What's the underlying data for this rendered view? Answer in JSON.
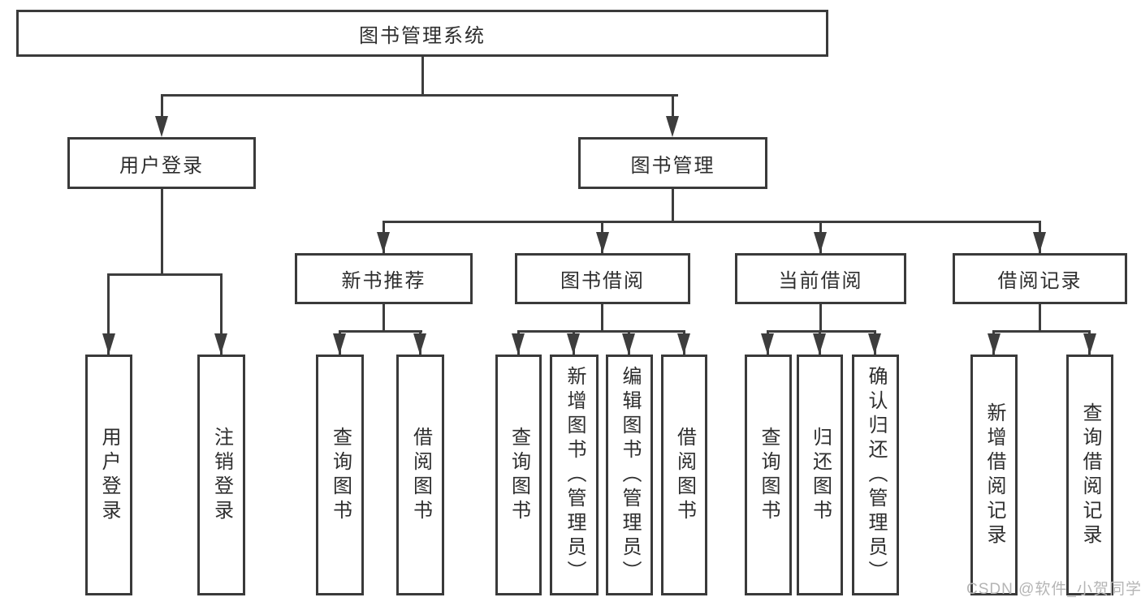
{
  "tree": {
    "root": {
      "label": "图书管理系统"
    },
    "branches": [
      {
        "label": "用户登录",
        "children": [
          {
            "label": "用户登录"
          },
          {
            "label": "注销登录"
          }
        ]
      },
      {
        "label": "图书管理",
        "children": [
          {
            "label": "新书推荐",
            "children": [
              {
                "label": "查询图书"
              },
              {
                "label": "借阅图书"
              }
            ]
          },
          {
            "label": "图书借阅",
            "children": [
              {
                "label": "查询图书"
              },
              {
                "label": "新增图书（管理员）"
              },
              {
                "label": "编辑图书（管理员）"
              },
              {
                "label": "借阅图书"
              }
            ]
          },
          {
            "label": "当前借阅",
            "children": [
              {
                "label": "查询图书"
              },
              {
                "label": "归还图书"
              },
              {
                "label": "确认归还（管理员）"
              }
            ]
          },
          {
            "label": "借阅记录",
            "children": [
              {
                "label": "新增借阅记录"
              },
              {
                "label": "查询借阅记录"
              }
            ]
          }
        ]
      }
    ]
  },
  "watermark": {
    "text": "CSDN @软件_小贺同学"
  },
  "colors": {
    "line": "#3d3d3d",
    "border": "#3a3a3a",
    "text": "#2e2e2e",
    "watermark": "#b5b5b5",
    "background": "#ffffff"
  }
}
